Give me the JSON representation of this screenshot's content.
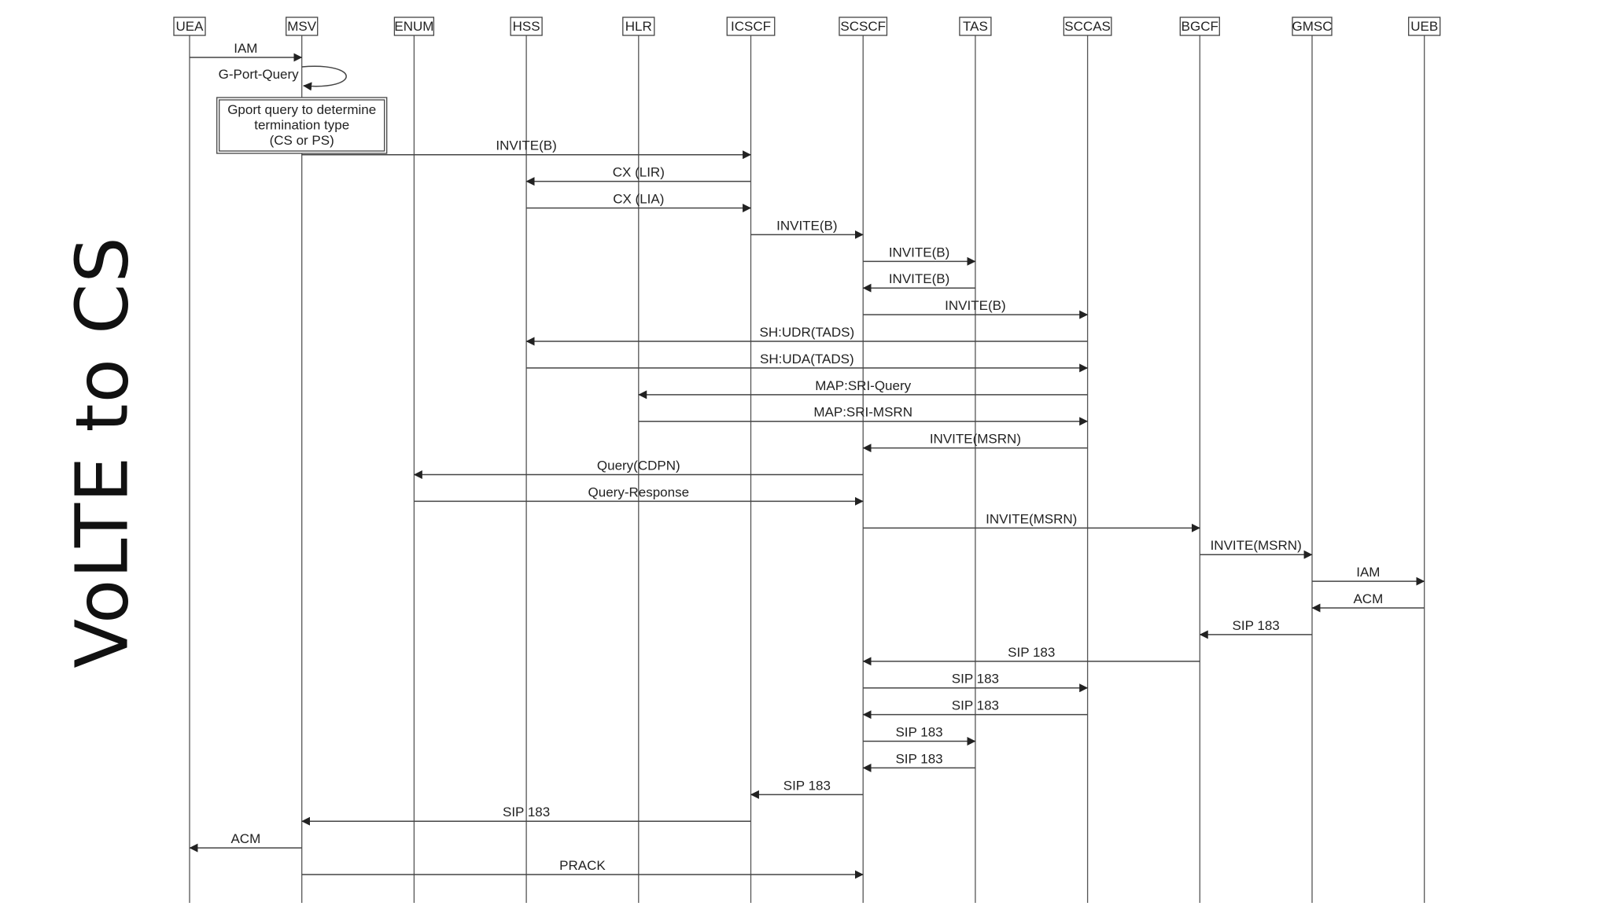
{
  "slide": {
    "title": "VoLTE to CS"
  },
  "participants": [
    "UEA",
    "MSV",
    "ENUM",
    "HSS",
    "HLR",
    "ICSCF",
    "SCSCF",
    "TAS",
    "SCCAS",
    "BGCF",
    "GMSC",
    "UEB"
  ],
  "messages": [
    {
      "from": "UEA",
      "to": "MSV",
      "label": "IAM"
    },
    {
      "from": "MSV",
      "to": "MSV",
      "label": "G-Port-Query"
    },
    {
      "from": "MSV",
      "to": "ICSCF",
      "label": "INVITE(B)"
    },
    {
      "from": "ICSCF",
      "to": "HSS",
      "label": "CX (LIR)"
    },
    {
      "from": "HSS",
      "to": "ICSCF",
      "label": "CX (LIA)"
    },
    {
      "from": "ICSCF",
      "to": "SCSCF",
      "label": "INVITE(B)"
    },
    {
      "from": "SCSCF",
      "to": "TAS",
      "label": "INVITE(B)"
    },
    {
      "from": "TAS",
      "to": "SCSCF",
      "label": "INVITE(B)"
    },
    {
      "from": "SCSCF",
      "to": "SCCAS",
      "label": "INVITE(B)"
    },
    {
      "from": "SCCAS",
      "to": "HSS",
      "label": "SH:UDR(TADS)"
    },
    {
      "from": "HSS",
      "to": "SCCAS",
      "label": "SH:UDA(TADS)"
    },
    {
      "from": "SCCAS",
      "to": "HLR",
      "label": "MAP:SRI-Query"
    },
    {
      "from": "HLR",
      "to": "SCCAS",
      "label": "MAP:SRI-MSRN"
    },
    {
      "from": "SCCAS",
      "to": "SCSCF",
      "label": "INVITE(MSRN)"
    },
    {
      "from": "SCSCF",
      "to": "ENUM",
      "label": "Query(CDPN)"
    },
    {
      "from": "ENUM",
      "to": "SCSCF",
      "label": "Query-Response"
    },
    {
      "from": "SCSCF",
      "to": "BGCF",
      "label": "INVITE(MSRN)"
    },
    {
      "from": "BGCF",
      "to": "GMSC",
      "label": "INVITE(MSRN)"
    },
    {
      "from": "GMSC",
      "to": "UEB",
      "label": "IAM"
    },
    {
      "from": "UEB",
      "to": "GMSC",
      "label": "ACM"
    },
    {
      "from": "GMSC",
      "to": "BGCF",
      "label": "SIP 183"
    },
    {
      "from": "BGCF",
      "to": "SCSCF",
      "label": "SIP 183"
    },
    {
      "from": "SCSCF",
      "to": "SCCAS",
      "label": "SIP 183"
    },
    {
      "from": "SCCAS",
      "to": "SCSCF",
      "label": "SIP 183"
    },
    {
      "from": "SCSCF",
      "to": "TAS",
      "label": "SIP 183"
    },
    {
      "from": "TAS",
      "to": "SCSCF",
      "label": "SIP 183"
    },
    {
      "from": "SCSCF",
      "to": "ICSCF",
      "label": "SIP 183"
    },
    {
      "from": "ICSCF",
      "to": "MSV",
      "label": "SIP 183"
    },
    {
      "from": "MSV",
      "to": "UEA",
      "label": "ACM"
    },
    {
      "from": "MSV",
      "to": "SCSCF",
      "label": "PRACK"
    }
  ],
  "note": {
    "participant": "MSV",
    "lines": [
      "Gport query to determine",
      "termination type",
      "(CS or PS)"
    ]
  }
}
